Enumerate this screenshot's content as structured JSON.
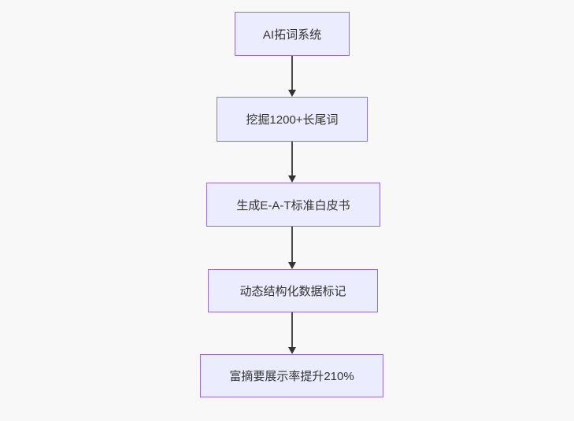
{
  "flowchart": {
    "title": "SEO AI flowchart",
    "direction": "top-down",
    "nodes": [
      {
        "id": "A",
        "label": "AI拓词系统"
      },
      {
        "id": "B",
        "label": "挖掘1200+长尾词"
      },
      {
        "id": "C",
        "label": "生成E-A-T标准白皮书"
      },
      {
        "id": "D",
        "label": "动态结构化数据标记"
      },
      {
        "id": "E",
        "label": "富摘要展示率提升210%"
      }
    ],
    "edges": [
      {
        "from": "A",
        "to": "B"
      },
      {
        "from": "B",
        "to": "C"
      },
      {
        "from": "C",
        "to": "D"
      },
      {
        "from": "D",
        "to": "E"
      }
    ],
    "colors": {
      "node_fill": "#ECECFF",
      "node_border": "#9370DB",
      "node_text": "#333333",
      "arrow": "#333333",
      "background": "#F8F8F8"
    }
  }
}
